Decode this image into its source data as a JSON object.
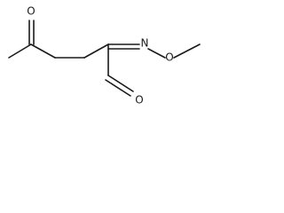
{
  "molecule": {
    "atoms": {
      "ketone_oxygen": "O",
      "imine_nitrogen": "N",
      "ether_oxygen": "O",
      "aldehyde_oxygen": "O"
    },
    "colors": {
      "bond": "#1a1a1a",
      "label": "#1a1a1a",
      "background": "#ffffff"
    }
  }
}
